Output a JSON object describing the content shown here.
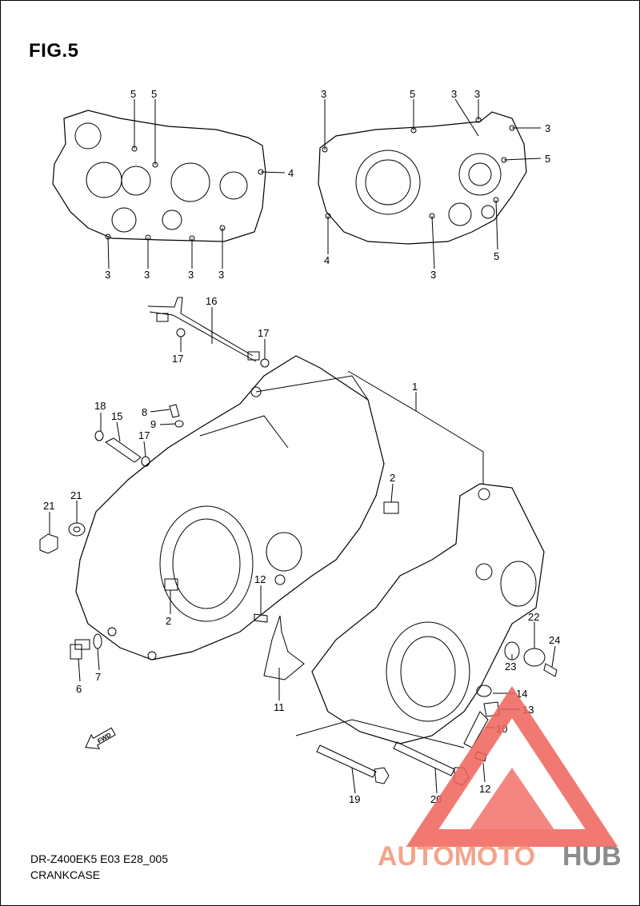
{
  "figure": {
    "title": "FIG.5"
  },
  "footer": {
    "model_code": "DR-Z400EK5 E03 E28_005",
    "caption": "CRANKCASE"
  },
  "direction_marker": {
    "text": "FWD"
  },
  "watermark": {
    "part1": "AUTOMOTO",
    "part2": "HUB",
    "color_main": "#f29a7e",
    "color_hub": "#7f7f7f",
    "logo_color": "#f0625a"
  },
  "callouts_top_left": [
    "5",
    "5",
    "4",
    "3",
    "3",
    "3",
    "3"
  ],
  "callouts_top_right": [
    "3",
    "5",
    "3",
    "3",
    "3",
    "5",
    "4",
    "3",
    "5"
  ],
  "callouts_main": [
    "16",
    "17",
    "17",
    "1",
    "18",
    "15",
    "8",
    "9",
    "17",
    "21",
    "21",
    "2",
    "2",
    "12",
    "11",
    "6",
    "7",
    "22",
    "24",
    "23",
    "14",
    "13",
    "10",
    "12",
    "19",
    "20"
  ]
}
